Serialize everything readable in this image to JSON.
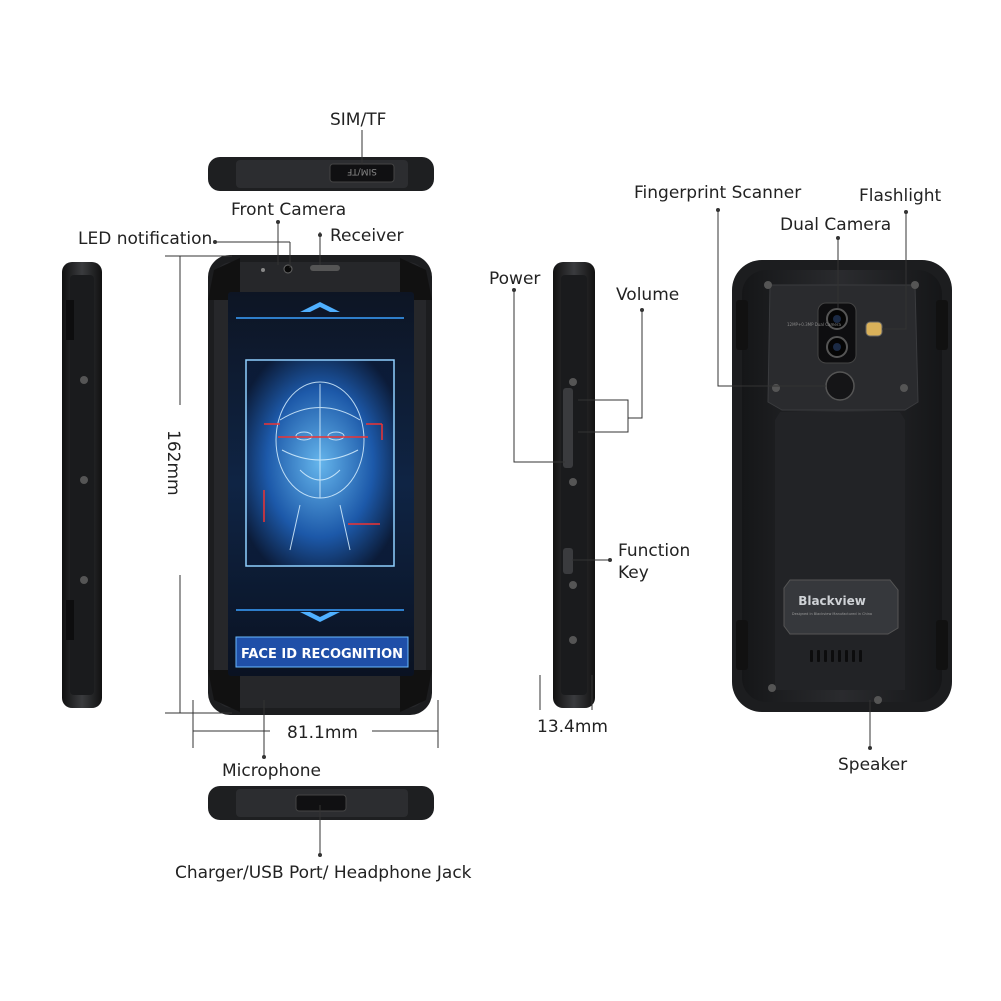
{
  "labels": {
    "sim_tf": "SIM/TF",
    "front_camera": "Front Camera",
    "led_notification": "LED notification",
    "receiver": "Receiver",
    "power": "Power",
    "volume": "Volume",
    "function_key_line1": "Function",
    "function_key_line2": "Key",
    "fingerprint_scanner": "Fingerprint Scanner",
    "flashlight": "Flashlight",
    "dual_camera": "Dual Camera",
    "speaker": "Speaker",
    "microphone": "Microphone",
    "charger_port": "Charger/USB Port/ Headphone Jack"
  },
  "dimensions": {
    "height": "162mm",
    "width": "81.1mm",
    "thickness": "13.4mm"
  },
  "screen": {
    "banner": "FACE ID RECOGNITION"
  },
  "device": {
    "sim_slot_text": "SIM/TF",
    "brand_logo": "Blackview",
    "brand_sub": "Designed in Blackview Manufactured in China",
    "camera_text": "12MP+0.3MP Dual Camera"
  },
  "colors": {
    "body": "#1c1d1f",
    "frame": "#2e2f32",
    "screen_glow": "#3aa0ff",
    "banner_bg": "#1f4fa8"
  }
}
